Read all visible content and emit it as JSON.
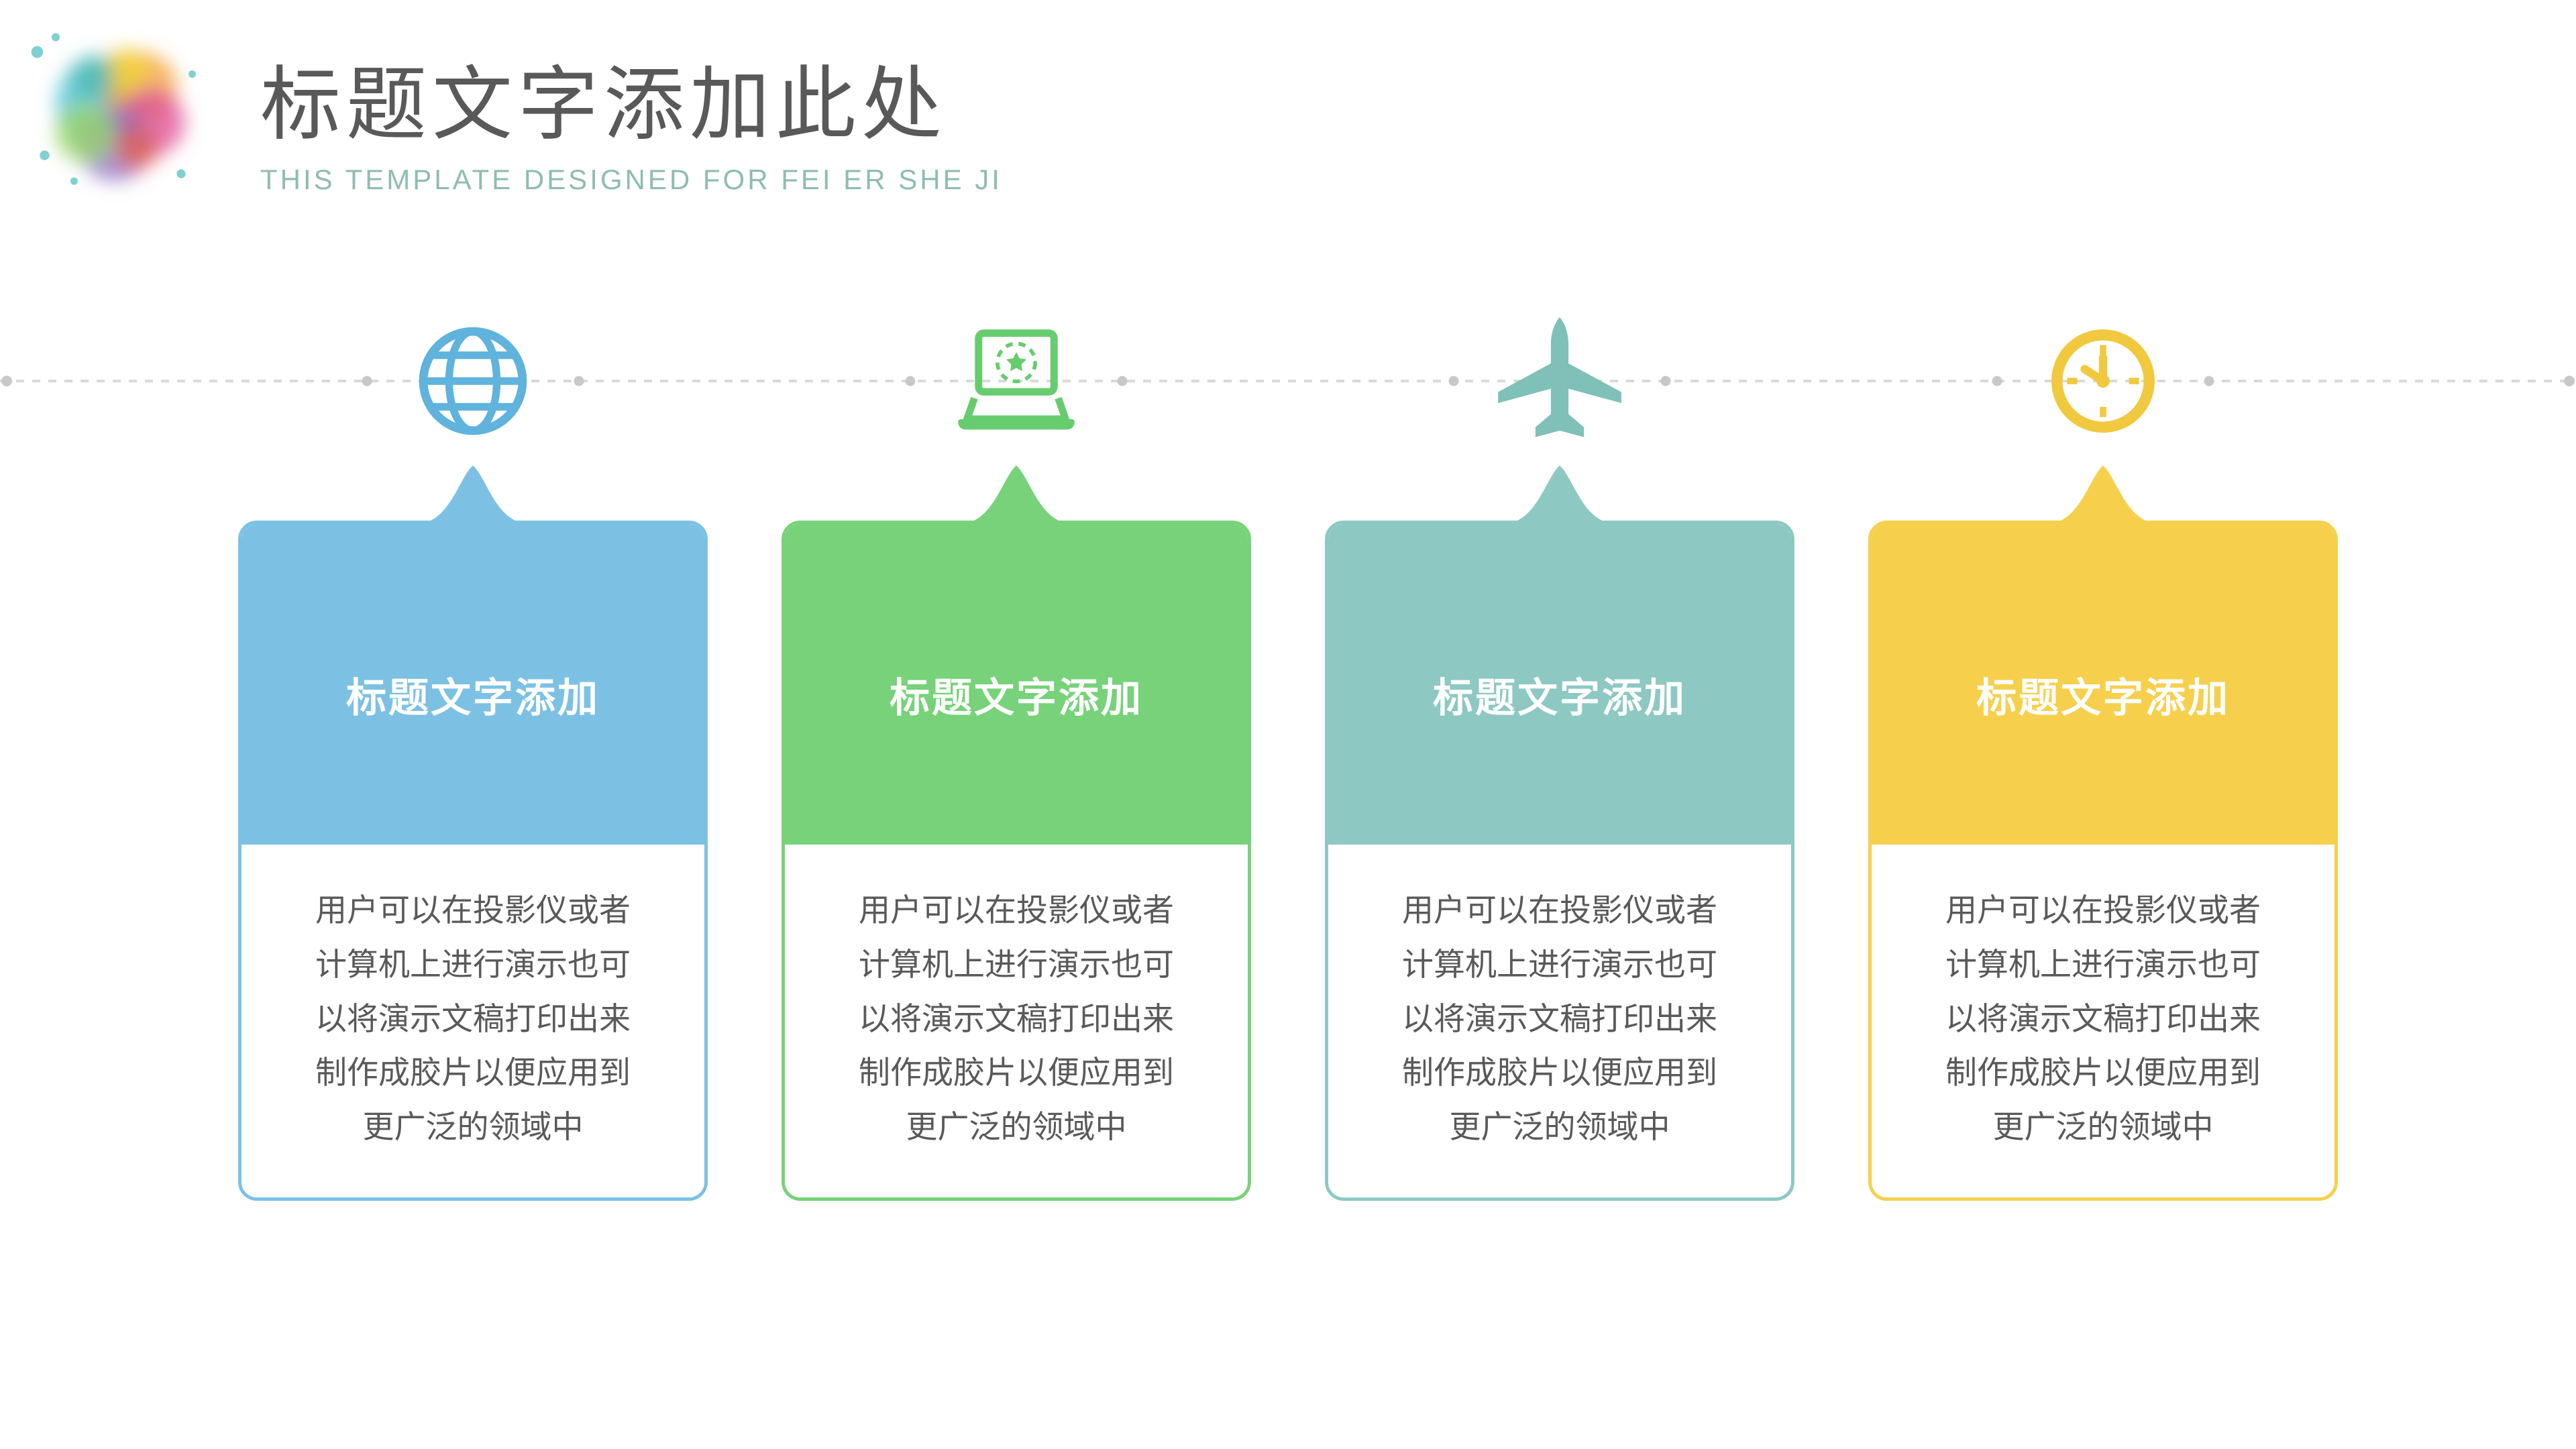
{
  "slide": {
    "title": "标题文字添加此处",
    "subtitle": "THIS TEMPLATE DESIGNED FOR FEI ER SHE JI"
  },
  "colors": {
    "title_text": "#595959",
    "subtitle_text": "#8fbcb1",
    "body_text": "#595959",
    "timeline": "#dadada",
    "dot": "#c8c8c8"
  },
  "cards": [
    {
      "icon": "globe-icon",
      "title": "标题文字添加",
      "body": "用户可以在投影仪或者计算机上进行演示也可以将演示文稿打印出来制作成胶片以便应用到更广泛的领域中",
      "accent": "#7cc1e4",
      "icon_color": "#5fb3dc"
    },
    {
      "icon": "laptop-icon",
      "title": "标题文字添加",
      "body": "用户可以在投影仪或者计算机上进行演示也可以将演示文稿打印出来制作成胶片以便应用到更广泛的领域中",
      "accent": "#77d279",
      "icon_color": "#66cc6e"
    },
    {
      "icon": "plane-icon",
      "title": "标题文字添加",
      "body": "用户可以在投影仪或者计算机上进行演示也可以将演示文稿打印出来制作成胶片以便应用到更广泛的领域中",
      "accent": "#8ec8c2",
      "icon_color": "#7fc0b9"
    },
    {
      "icon": "clock-icon",
      "title": "标题文字添加",
      "body": "用户可以在投影仪或者计算机上进行演示也可以将演示文稿打印出来制作成胶片以便应用到更广泛的领域中",
      "accent": "#f6d04d",
      "icon_color": "#f0c93f"
    }
  ]
}
